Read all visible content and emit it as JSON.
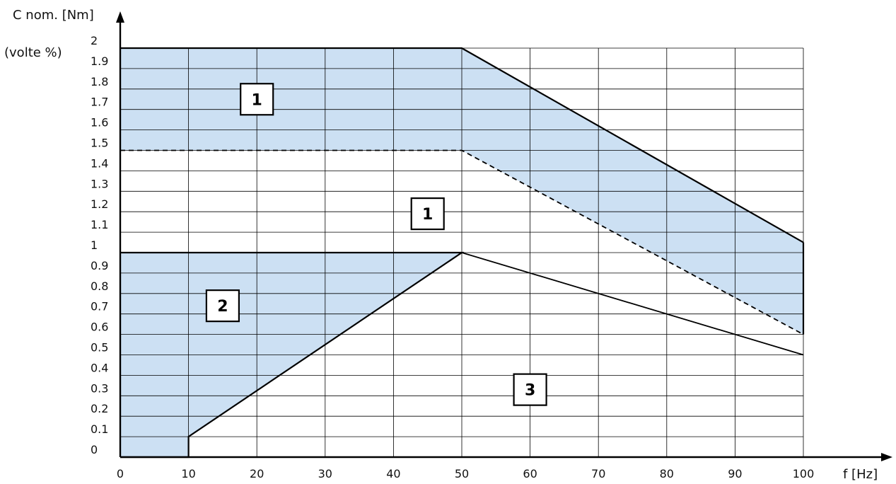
{
  "chart_data": {
    "type": "area",
    "ylabel": "C nom. [Nm]",
    "ylabel_sub": "(volte %)",
    "xlabel": "f [Hz]",
    "xlim": [
      0,
      100
    ],
    "ylim": [
      0,
      2
    ],
    "x_ticks": [
      "0",
      "10",
      "20",
      "30",
      "40",
      "50",
      "60",
      "70",
      "80",
      "90",
      "100"
    ],
    "y_ticks": [
      "0",
      "0.1",
      "0.2",
      "0.3",
      "0.4",
      "0.5",
      "0.6",
      "0.7",
      "0.8",
      "0.9",
      "1",
      "1.1",
      "1.2",
      "1.3",
      "1.4",
      "1.5",
      "1.6",
      "1.7",
      "1.8",
      "1.9",
      "2"
    ],
    "grid": true,
    "fill_color": "#cce0f3",
    "line_color": "#000000",
    "region1_upper": [
      [
        0,
        2
      ],
      [
        50,
        2
      ],
      [
        100,
        1.05
      ]
    ],
    "region1_lower": [
      [
        0,
        1.5
      ],
      [
        50,
        1.5
      ],
      [
        100,
        0.6
      ]
    ],
    "region2": [
      [
        0,
        0
      ],
      [
        10,
        0
      ],
      [
        10,
        0.1
      ],
      [
        50,
        1
      ],
      [
        0,
        1
      ]
    ],
    "line_upper_low": [
      [
        0,
        1
      ],
      [
        50,
        1
      ],
      [
        100,
        0.5
      ]
    ],
    "line_lower_low": [
      [
        10,
        0.1
      ],
      [
        50,
        1
      ]
    ],
    "labels": [
      {
        "text": "1",
        "x": 20,
        "y": 1.75
      },
      {
        "text": "1",
        "x": 45,
        "y": 1.19
      },
      {
        "text": "2",
        "x": 15,
        "y": 0.74
      },
      {
        "text": "3",
        "x": 60,
        "y": 0.33
      }
    ]
  }
}
